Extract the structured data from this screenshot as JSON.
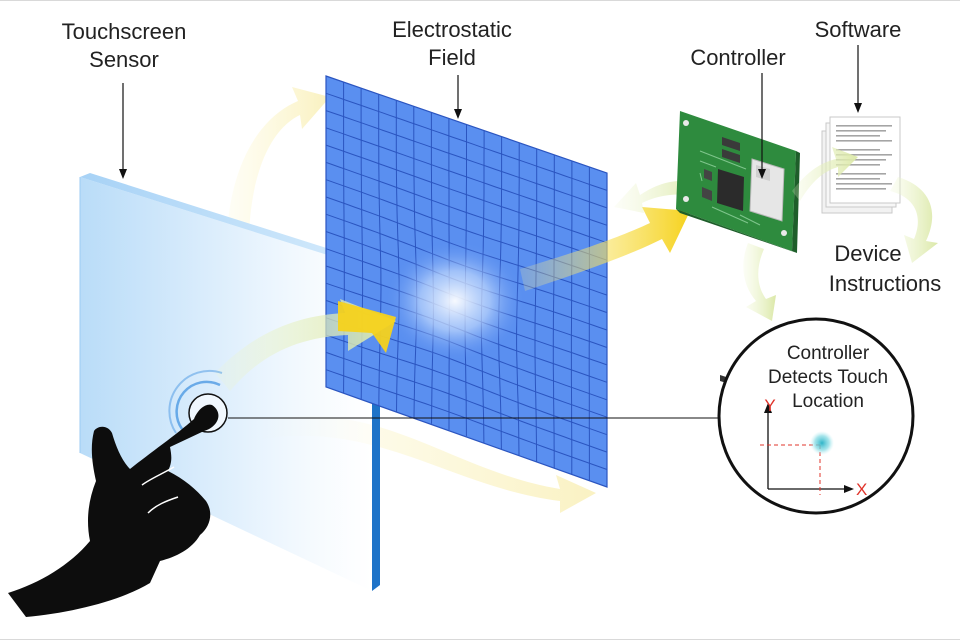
{
  "labels": {
    "touchscreen_sensor": [
      "Touchscreen",
      "Sensor"
    ],
    "electrostatic_field": [
      "Electrostatic",
      "Field"
    ],
    "controller": "Controller",
    "software": "Software",
    "device_instructions": [
      "Device",
      "Instructions"
    ],
    "detects_touch": [
      "Controller",
      "Detects Touch",
      "Location"
    ]
  },
  "plot": {
    "y_axis": "Y",
    "x_axis": "X"
  },
  "colors": {
    "arrow_yellow": "#f6d21c",
    "arrow_green": "#dbe8a8",
    "grid_blue": "#5a8ff0",
    "grid_line": "#2b55c0",
    "glass": "#cfe6fb",
    "glass_edge": "#1e73c8",
    "board_green": "#2e8b3e",
    "axis_red": "#e0342b"
  }
}
